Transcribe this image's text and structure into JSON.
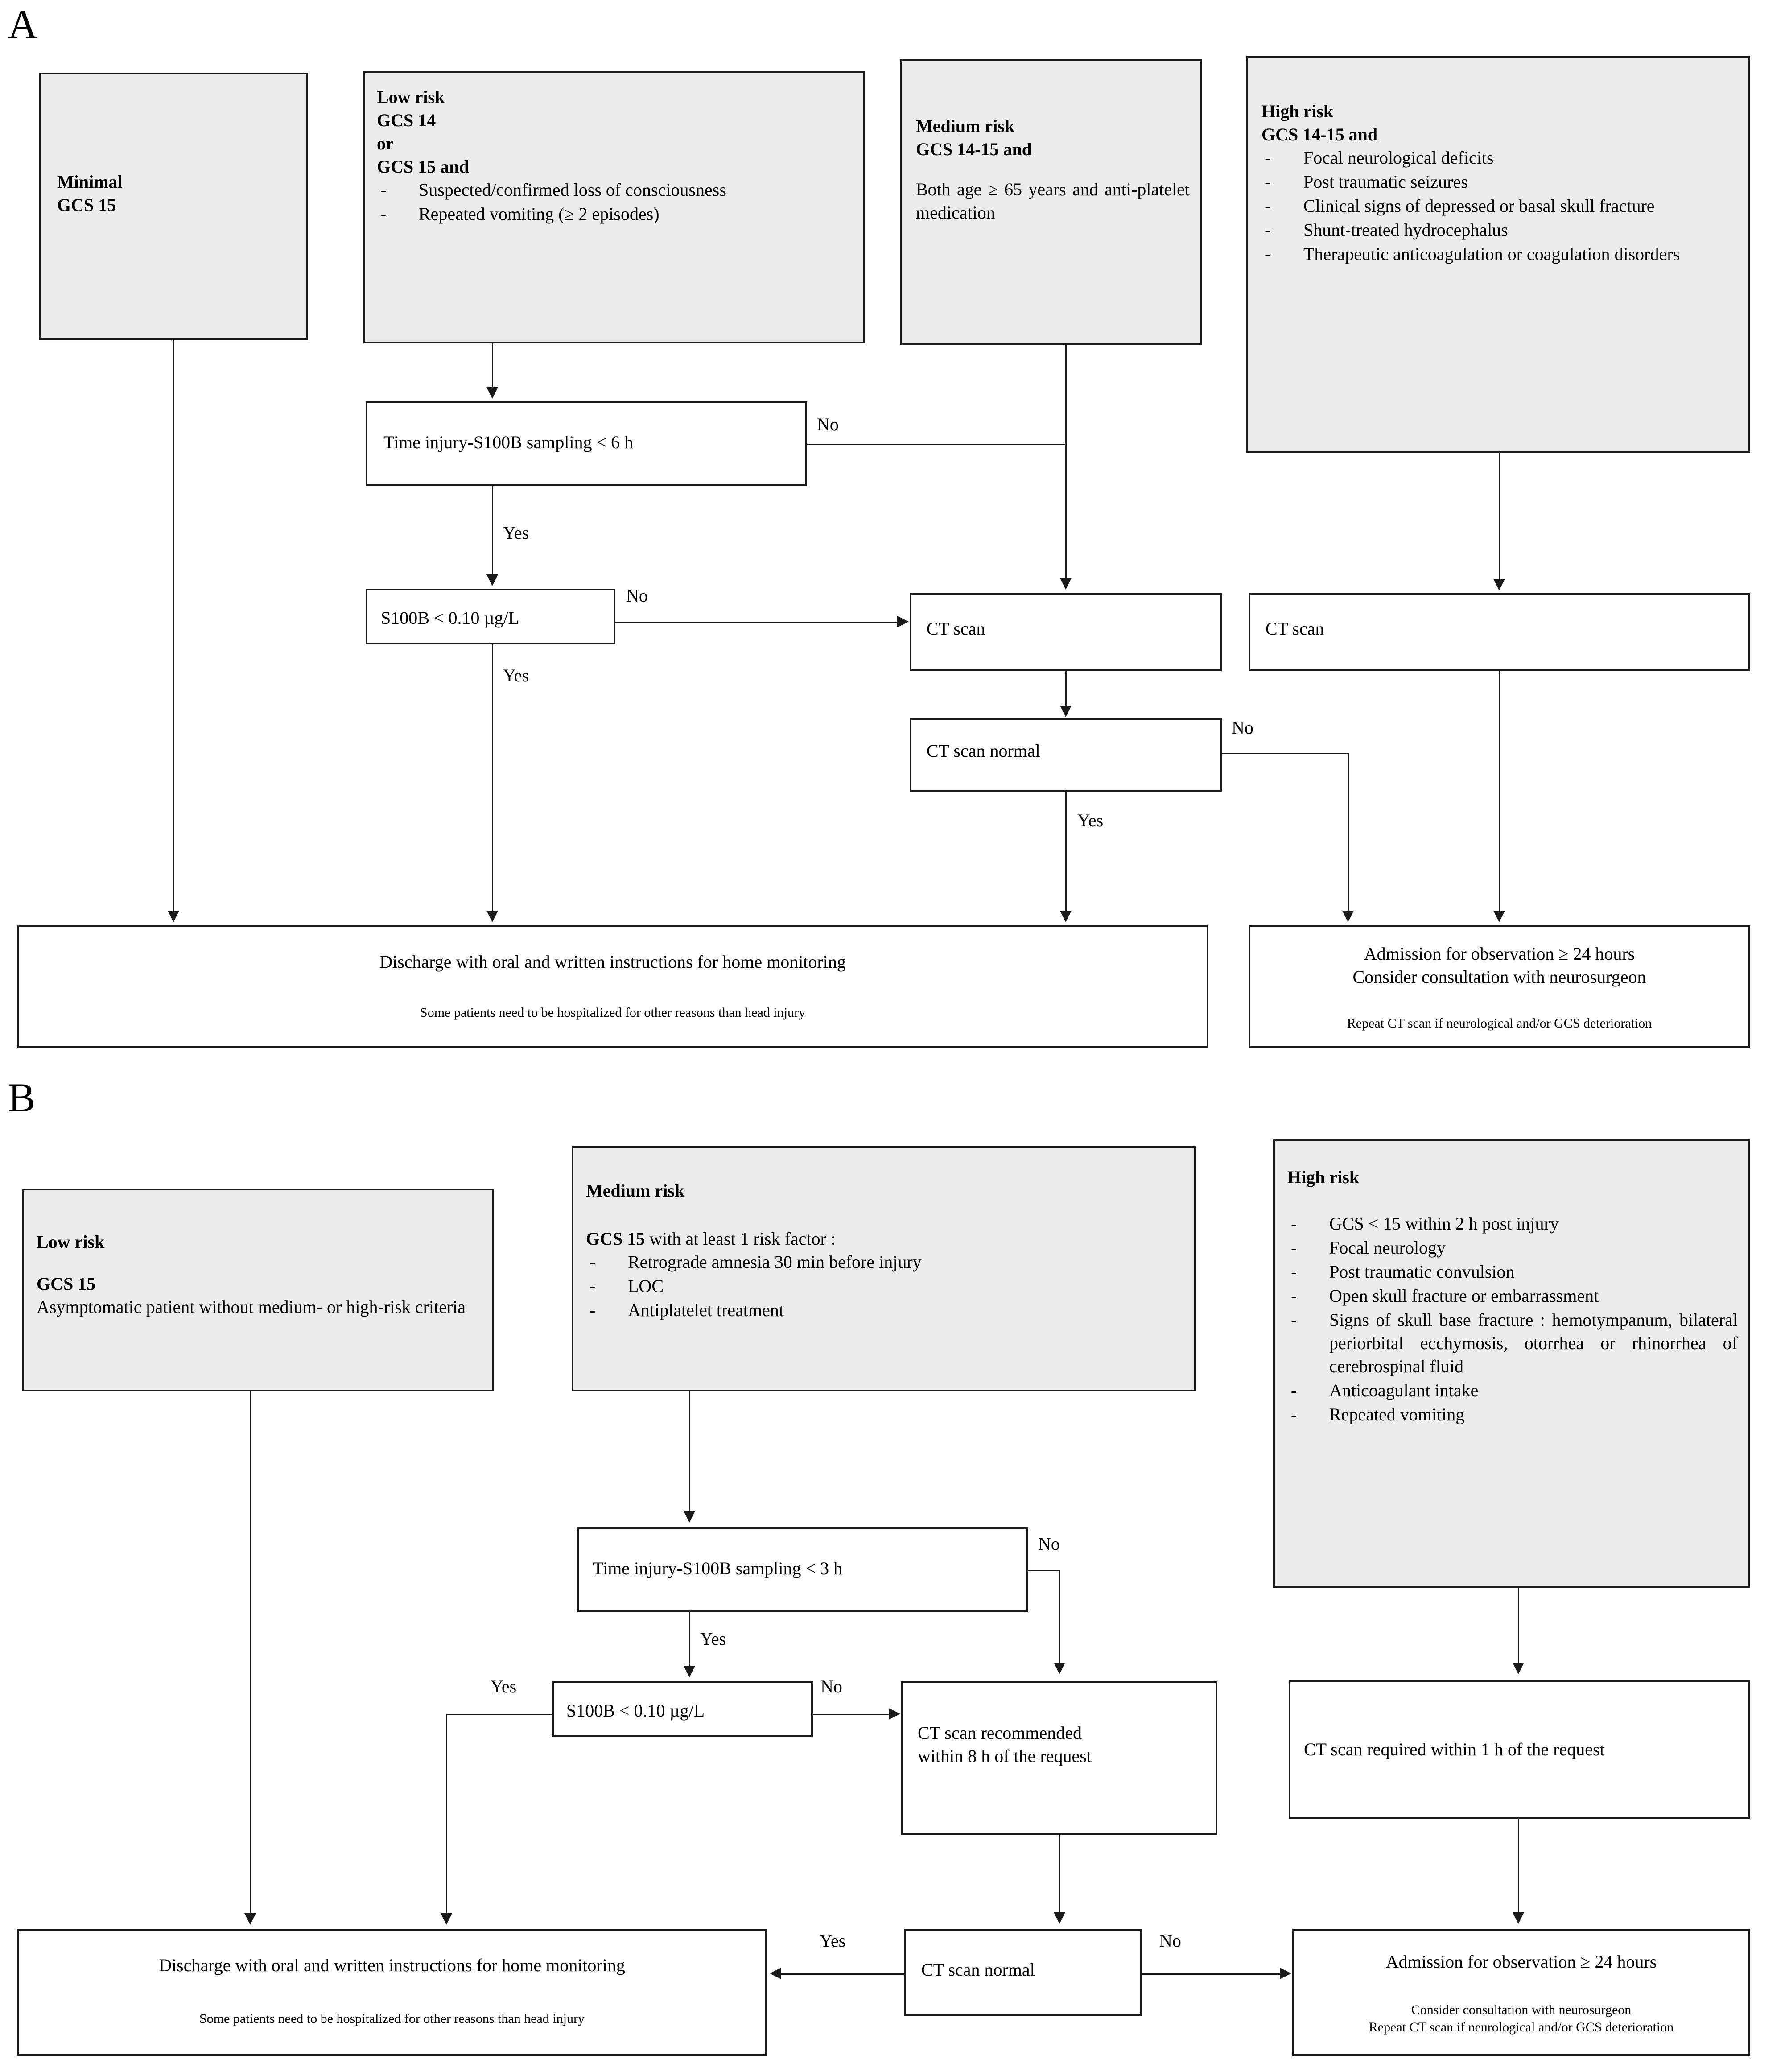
{
  "figure": {
    "panels": [
      {
        "id": "A",
        "letter": "A",
        "nodes": {
          "minimal": {
            "title": "Minimal",
            "line2": "GCS 15"
          },
          "low_risk": {
            "title": "Low risk",
            "line2": "GCS 14",
            "line3": "or",
            "line4": "GCS 15 and",
            "bullets": [
              "Suspected/confirmed loss of consciousness",
              "Repeated vomiting (≥ 2 episodes)"
            ]
          },
          "medium_risk": {
            "title": "Medium risk",
            "line2": "GCS 14-15 and",
            "body": "Both age ≥ 65 years and anti-platelet medication"
          },
          "high_risk": {
            "title": "High risk",
            "line2": "GCS 14-15 and",
            "bullets": [
              "Focal neurological deficits",
              "Post traumatic seizures",
              "Clinical signs of depressed or basal skull fracture",
              "Shunt-treated hydrocephalus",
              "Therapeutic anticoagulation or coagulation disorders"
            ]
          },
          "time_sampling": {
            "label": "Time injury-S100B  sampling < 6 h"
          },
          "s100b": {
            "label": "S100B < 0.10 µg/L"
          },
          "ct_scan_mid": {
            "label": "CT scan"
          },
          "ct_scan_right": {
            "label": "CT scan"
          },
          "ct_scan_normal": {
            "label": "CT scan normal"
          },
          "discharge": {
            "main": "Discharge with oral and written instructions for home monitoring",
            "note": "Some patients need to be hospitalized for other reasons than head injury"
          },
          "admission": {
            "line1": "Admission for observation ≥ 24 hours",
            "line2": "Consider consultation with neurosurgeon",
            "note": "Repeat CT scan if neurological and/or GCS deterioration"
          }
        },
        "edge_labels": {
          "time_no": "No",
          "time_yes": "Yes",
          "s100b_no": "No",
          "s100b_yes": "Yes",
          "ctnormal_no": "No",
          "ctnormal_yes": "Yes"
        }
      },
      {
        "id": "B",
        "letter": "B",
        "nodes": {
          "low_risk": {
            "title": "Low risk",
            "line2": "GCS 15",
            "body": "Asymptomatic patient without medium- or high-risk criteria"
          },
          "medium_risk": {
            "title": "Medium risk",
            "line2_bold": "GCS 15",
            "line2_rest": " with at least 1 risk factor :",
            "bullets": [
              "Retrograde amnesia 30 min before injury",
              "LOC",
              "Antiplatelet treatment"
            ]
          },
          "high_risk": {
            "title": "High risk",
            "bullets": [
              "GCS < 15 within 2 h post injury",
              "Focal neurology",
              "Post traumatic convulsion",
              "Open skull fracture or embarrassment",
              "Signs of skull base fracture : hemotympanum, bilateral periorbital ecchymosis, otorrhea or rhinorrhea of cerebrospinal fluid",
              "Anticoagulant intake",
              "Repeated vomiting"
            ]
          },
          "time_sampling": {
            "label": "Time injury-S100B  sampling < 3 h"
          },
          "s100b": {
            "label": "S100B < 0.10 µg/L"
          },
          "ct_recommended": {
            "line1": "CT scan recommended",
            "line2": "within  8 h of the request"
          },
          "ct_required": {
            "label": "CT scan required within  1 h of the request"
          },
          "ct_scan_normal": {
            "label": "CT scan normal"
          },
          "discharge": {
            "main": "Discharge with oral and written instructions for home monitoring",
            "note": "Some patients need to be hospitalized for other reasons than head injury"
          },
          "admission": {
            "line1": "Admission for observation ≥ 24 hours",
            "note1": "Consider consultation with neurosurgeon",
            "note2": "Repeat CT scan if neurological and/or GCS deterioration"
          }
        },
        "edge_labels": {
          "time_no": "No",
          "time_yes": "Yes",
          "s100b_no": "No",
          "s100b_yes": "Yes",
          "ctnormal_yes": "Yes",
          "ctnormal_no": "No"
        }
      }
    ],
    "colors": {
      "shaded_fill": "#ececec",
      "stroke": "#1a1a1a",
      "background": "#ffffff"
    }
  }
}
